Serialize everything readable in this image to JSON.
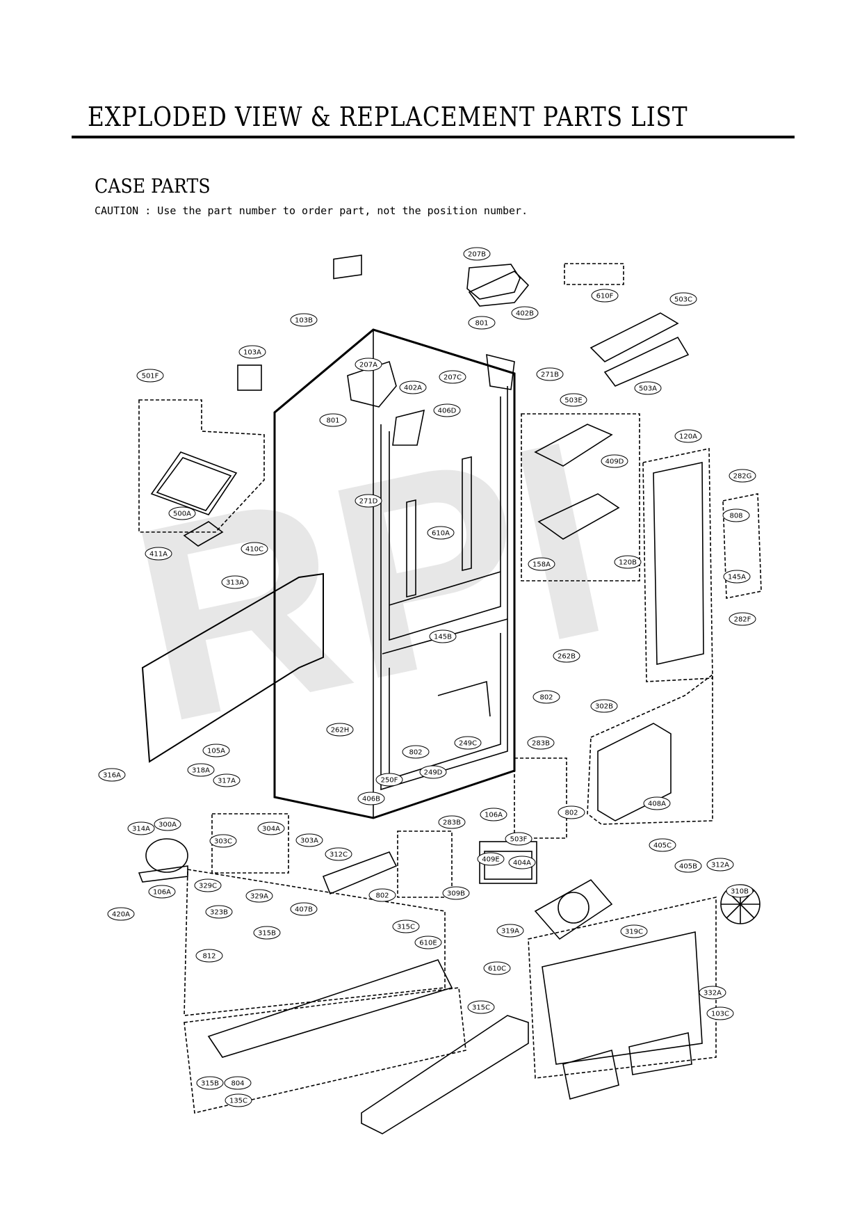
{
  "header": {
    "title": "EXPLODED VIEW & REPLACEMENT PARTS LIST",
    "section": "CASE PARTS",
    "caution": "CAUTION : Use the part number to order part, not the position number."
  },
  "watermark": "RPI",
  "parts": [
    "207B",
    "610F",
    "402B",
    "801",
    "503C",
    "103B",
    "103A",
    "207A",
    "402A",
    "207C",
    "271B",
    "503A",
    "501F",
    "406D",
    "801",
    "503E",
    "409D",
    "271D",
    "120A",
    "282G",
    "500A",
    "610A",
    "808",
    "411A",
    "410C",
    "158A",
    "120B",
    "145A",
    "313A",
    "145B",
    "262B",
    "282F",
    "802",
    "302B",
    "262H",
    "802",
    "249C",
    "283B",
    "105A",
    "250F",
    "249D",
    "316A",
    "318A",
    "317A",
    "406B",
    "408A",
    "802",
    "106A",
    "300A",
    "314A",
    "303C",
    "304A",
    "303A",
    "283B",
    "312C",
    "503F",
    "409E",
    "404A",
    "405C",
    "405B",
    "312A",
    "106A",
    "802",
    "309B",
    "329C",
    "329A",
    "310B",
    "420A",
    "323B",
    "407B",
    "319A",
    "315B",
    "315C",
    "610E",
    "319C",
    "812",
    "610C",
    "332A",
    "103C",
    "315C",
    "315B",
    "804",
    "135C"
  ],
  "colors": {
    "line": "#000000",
    "watermark": "#cfcfcf"
  }
}
